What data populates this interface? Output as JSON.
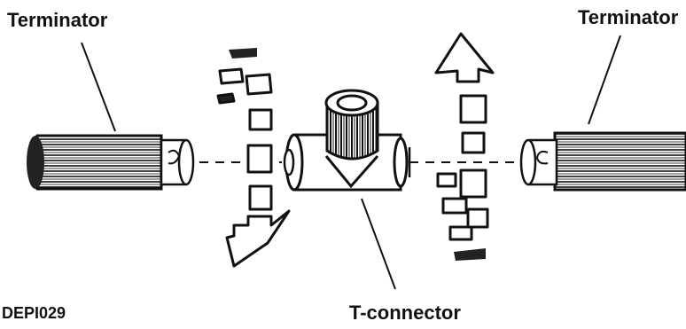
{
  "labels": {
    "terminator_left": "Terminator",
    "terminator_right": "Terminator",
    "t_connector": "T-connector",
    "figure_code": "DEPI029"
  },
  "colors": {
    "ink": "#111111",
    "paper": "#ffffff"
  },
  "components": [
    "terminator-left",
    "t-connector",
    "terminator-right",
    "rotation-arrow-down",
    "rotation-arrow-up"
  ]
}
